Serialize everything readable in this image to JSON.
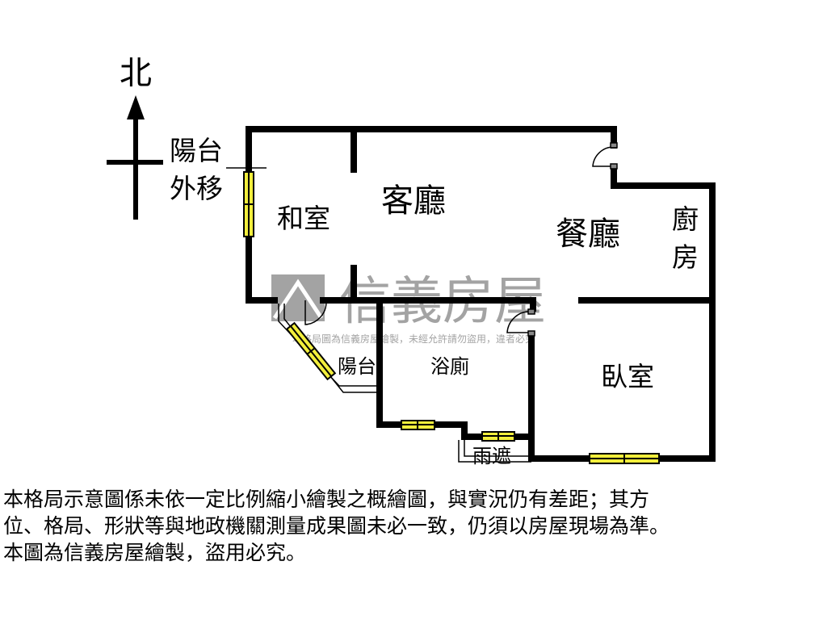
{
  "compass": {
    "north": "北"
  },
  "rooms": {
    "balcony_moved": [
      "陽台",
      "外移"
    ],
    "japanese_room": "和室",
    "living_room": "客廳",
    "dining_room": "餐廳",
    "kitchen": [
      "廚",
      "房"
    ],
    "balcony": "陽台",
    "bathroom": "浴廁",
    "bedroom": "臥室",
    "canopy": "雨遮"
  },
  "watermark": {
    "brand": "信義房屋",
    "notice": "本格局圖為信義房屋繪製，未經允許請勿盜用，違者必究"
  },
  "disclaimer": [
    "本格局示意圖係未依一定比例縮小繪製之概繪圖，與實況仍有差距；其方",
    "位、格局、形狀等與地政機關測量成果圖未必一致，仍須以房屋現場為準。",
    "本圖為信義房屋繪製，盜用必究。"
  ],
  "colors": {
    "wall": "#000000",
    "window": "#f2ee3c",
    "watermark": "#9a9a9a"
  }
}
